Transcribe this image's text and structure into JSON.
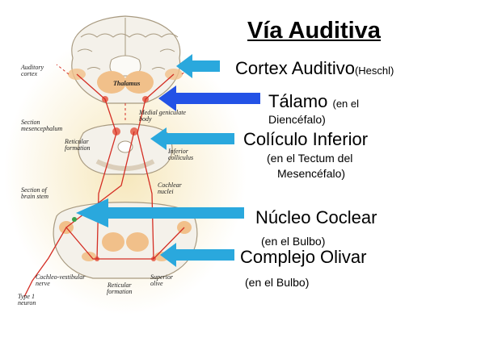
{
  "title": "Vía Auditiva",
  "labels": {
    "cortex": {
      "main": "Cortex Auditivo",
      "note": "(Heschl)"
    },
    "talamo": {
      "main": "Tálamo",
      "note": "(en el",
      "note2": "Diencéfalo)"
    },
    "coliculo": {
      "main": "Colículo Inferior",
      "note": "(en el Tectum del",
      "note2": "Mesencéfalo)"
    },
    "nucleo": {
      "main": "Núcleo Coclear",
      "note": "(en el Bulbo)"
    },
    "olivar": {
      "main": "Complejo Olivar",
      "note": "(en el Bulbo)"
    }
  },
  "figure_labels": {
    "auditory_cortex": [
      "Auditory",
      "cortex"
    ],
    "thalamus": "Thalamus",
    "medial_geniculate": [
      "Medial geniculate",
      "body"
    ],
    "section_mesencephalum": [
      "Section",
      "mesencephalum"
    ],
    "reticular_formation_1": [
      "Reticular",
      "formation"
    ],
    "inferior_colliculus": [
      "Inferior",
      "colliculus"
    ],
    "cochlear_nuclei": [
      "Cochlear",
      "nuclei"
    ],
    "section_brain_stem": [
      "Section",
      "of",
      "brain stem"
    ],
    "cochleo_vestibular": [
      "Cochleo-vestibular",
      "nerve"
    ],
    "type1_neuron": [
      "Type 1",
      "neuron"
    ],
    "reticular_formation_2": [
      "Reticular",
      "formation"
    ],
    "superior_olive": [
      "Superior",
      "olive"
    ]
  },
  "colors": {
    "arrow_cyan": "#2aa8dd",
    "arrow_blue": "#2352e6",
    "pathway_red": "#d42e24",
    "tissue_glow": "#f3e2b0",
    "nucleus_orange": "#f1c08a"
  }
}
